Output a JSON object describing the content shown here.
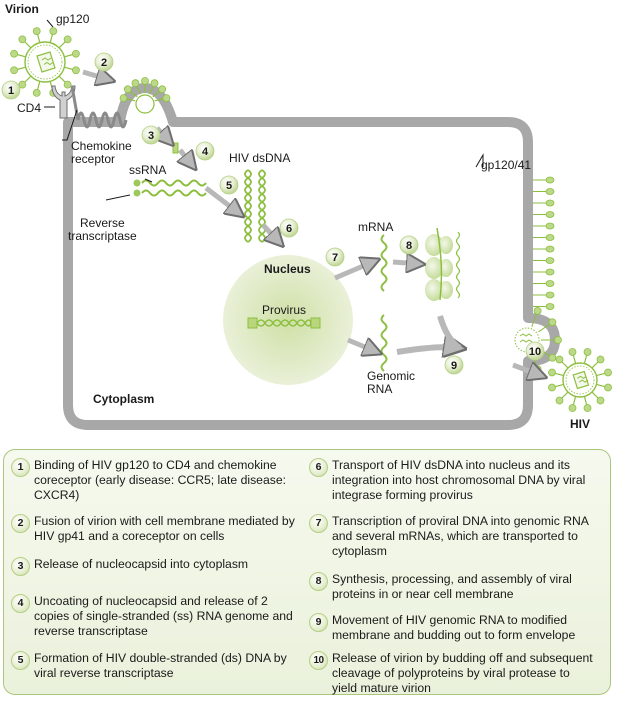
{
  "diagram": {
    "title_virion": "Virion",
    "labels": {
      "gp120": "gp120",
      "cd4": "CD4",
      "chemokine_receptor_line1": "Chemokine",
      "chemokine_receptor_line2": "receptor",
      "ssrna": "ssRNA",
      "reverse_transcriptase_line1": "Reverse",
      "reverse_transcriptase_line2": "transcriptase",
      "hiv_dsdna": "HIV dsDNA",
      "nucleus": "Nucleus",
      "provirus": "Provirus",
      "cytoplasm": "Cytoplasm",
      "mrna": "mRNA",
      "genomic_rna_line1": "Genomic",
      "genomic_rna_line2": "RNA",
      "gp120_41": "gp120/41",
      "hiv": "HIV"
    },
    "step_markers": [
      "1",
      "2",
      "3",
      "4",
      "5",
      "6",
      "7",
      "8",
      "9",
      "10"
    ],
    "colors": {
      "virus_green": "#8cbf3f",
      "membrane_gray": "#a8a8a8",
      "nucleus_green": "#dfeac4",
      "arrow_gray": "#b8b8b8"
    }
  },
  "legend": {
    "steps": [
      {
        "num": "1",
        "text": "Binding of HIV gp120 to CD4 and chemokine coreceptor (early disease: CCR5; late disease: CXCR4)"
      },
      {
        "num": "2",
        "text": "Fusion of virion with cell membrane mediated by HIV gp41 and a coreceptor on cells"
      },
      {
        "num": "3",
        "text": "Release of nucleocapsid into cytoplasm"
      },
      {
        "num": "4",
        "text": "Uncoating of nucleocapsid and release of 2 copies of single-stranded (ss) RNA genome and reverse transcriptase"
      },
      {
        "num": "5",
        "text": "Formation of HIV double-stranded (ds) DNA by viral reverse transcriptase"
      },
      {
        "num": "6",
        "text": "Transport of HIV dsDNA into nucleus and its integration into host chromosomal DNA by viral integrase forming provirus"
      },
      {
        "num": "7",
        "text": "Transcription of proviral DNA into genomic RNA and several mRNAs, which are transported to cytoplasm"
      },
      {
        "num": "8",
        "text": "Synthesis, processing, and assembly of viral proteins in or near cell membrane"
      },
      {
        "num": "9",
        "text": "Movement of HIV genomic RNA to modified membrane and budding out to form envelope"
      },
      {
        "num": "10",
        "text": "Release of virion by budding off and subsequent cleavage of polyproteins by viral protease to yield mature virion"
      }
    ]
  }
}
